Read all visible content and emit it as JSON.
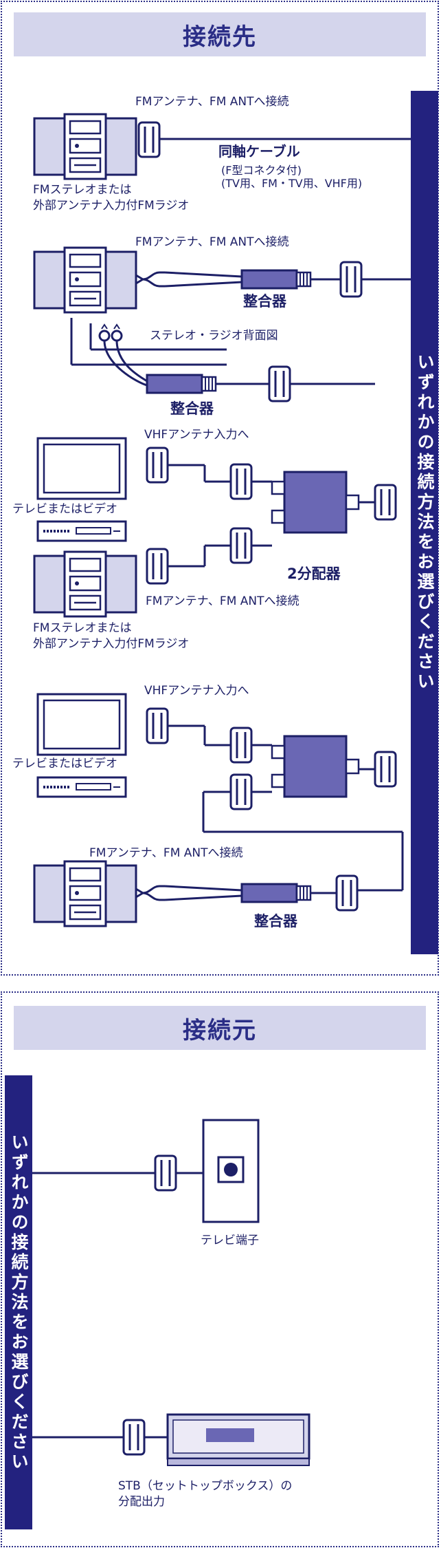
{
  "section_top": {
    "title": "接続先",
    "banner": "いずれかの接続方法をお選びください",
    "labels": {
      "fm_ant_1": "FMアンテナ、FM ANTへ接続",
      "coax_cable": "同軸ケーブル",
      "coax_note1": "(F型コネクタ付)",
      "coax_note2": "(TV用、FM・TV用、VHF用)",
      "fm_stereo_1a": "FMステレオまたは",
      "fm_stereo_1b": "外部アンテナ入力付FMラジオ",
      "fm_ant_2": "FMアンテナ、FM ANTへ接続",
      "matcher_1": "整合器",
      "rear_view": "ステレオ・ラジオ背面図",
      "matcher_2": "整合器",
      "vhf_in_1": "VHFアンテナ入力へ",
      "tv_video_1": "テレビまたはビデオ",
      "splitter": "2分配器",
      "fm_ant_3": "FMアンテナ、FM ANTへ接続",
      "fm_stereo_2a": "FMステレオまたは",
      "fm_stereo_2b": "外部アンテナ入力付FMラジオ",
      "vhf_in_2": "VHFアンテナ入力へ",
      "tv_video_2": "テレビまたはビデオ",
      "fm_ant_4": "FMアンテナ、FM ANTへ接続",
      "matcher_3": "整合器"
    }
  },
  "section_bottom": {
    "title": "接続元",
    "banner": "いずれかの接続方法をお選びください",
    "labels": {
      "tv_outlet": "テレビ端子",
      "stb_a": "STB（セットトップボックス）の",
      "stb_b": "分配出力"
    }
  },
  "colors": {
    "navy": "#23227f",
    "line": "#1c1f66",
    "fill_light": "#d4d5ec",
    "fill_mid": "#6a67b4"
  }
}
